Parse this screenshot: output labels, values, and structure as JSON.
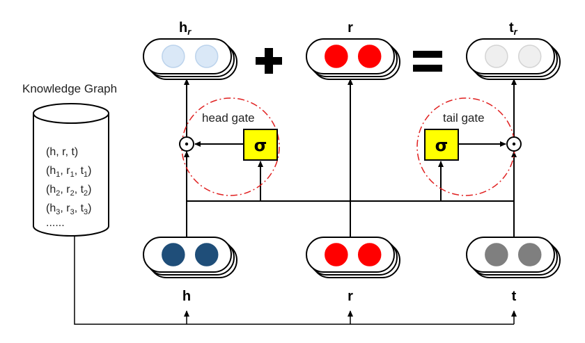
{
  "knowledge_graph": {
    "title": "Knowledge Graph",
    "triples": [
      "(h, r, t)",
      "(h1, r1, t1)",
      "(h2, r2, t2)",
      "(h3, r3, t3)"
    ],
    "ellipsis": "......"
  },
  "inputs": {
    "h_label": "h",
    "r_label": "r",
    "t_label": "t"
  },
  "outputs": {
    "h_r_base": "h",
    "t_r_base": "t",
    "subscript": "r",
    "r_label": "r"
  },
  "gates": {
    "head_label": "head gate",
    "tail_label": "tail gate",
    "sigma_symbol": "σ"
  },
  "colors": {
    "head_input_dots": "#1f4e79",
    "relation_dots": "#ff0000",
    "tail_input_dots": "#7f7f7f",
    "head_output_dots": "#dae8f7",
    "tail_output_dots": "#efefef",
    "sigma_box_fill": "#ffff00",
    "gate_boundary": "#e02020"
  },
  "embedding_boxes": [
    {
      "id": "h-input",
      "dot_color": "#1f4e79",
      "dot_stroke": "#1f4e79"
    },
    {
      "id": "r-input",
      "dot_color": "#ff0000",
      "dot_stroke": "#ff0000"
    },
    {
      "id": "t-input",
      "dot_color": "#7f7f7f",
      "dot_stroke": "#7f7f7f"
    },
    {
      "id": "h-r-output",
      "dot_color": "#dae8f7",
      "dot_stroke": "#bcd3ec"
    },
    {
      "id": "r-output",
      "dot_color": "#ff0000",
      "dot_stroke": "#ff0000"
    },
    {
      "id": "t-r-output",
      "dot_color": "#efefef",
      "dot_stroke": "#d4d4d4"
    }
  ]
}
